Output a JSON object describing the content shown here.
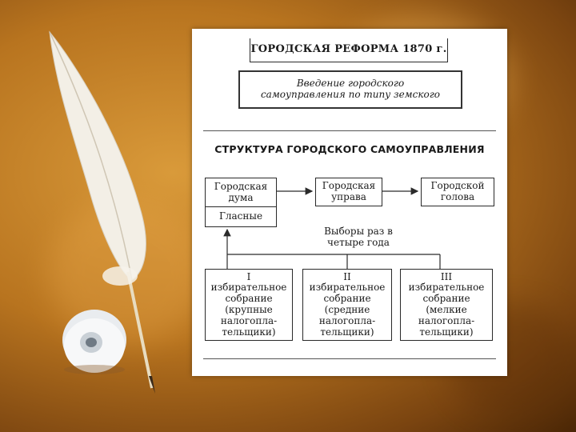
{
  "diagram": {
    "title": "ГОРОДСКАЯ РЕФОРМА 1870 г.",
    "intro": "Введение городского самоуправления по типу земского",
    "structure_heading": "СТРУКТУРА ГОРОДСКОГО САМОУПРАВЛЕНИЯ",
    "nodes": {
      "duma": "Городская дума",
      "glasnye": "Гласные",
      "uprava": "Городская управа",
      "golova": "Городской голова"
    },
    "elections": "Выборы раз в четыре года",
    "assemblies": [
      "I избирательное собрание (крупные налогопла-тельщики)",
      "II избирательное собрание (средние налогопла-тельщики)",
      "III избирательное собрание (мелкие налогопла-тельщики)"
    ]
  },
  "colors": {
    "background": "#b8741f",
    "paper": "#ffffff",
    "line": "#2a2a2a"
  }
}
